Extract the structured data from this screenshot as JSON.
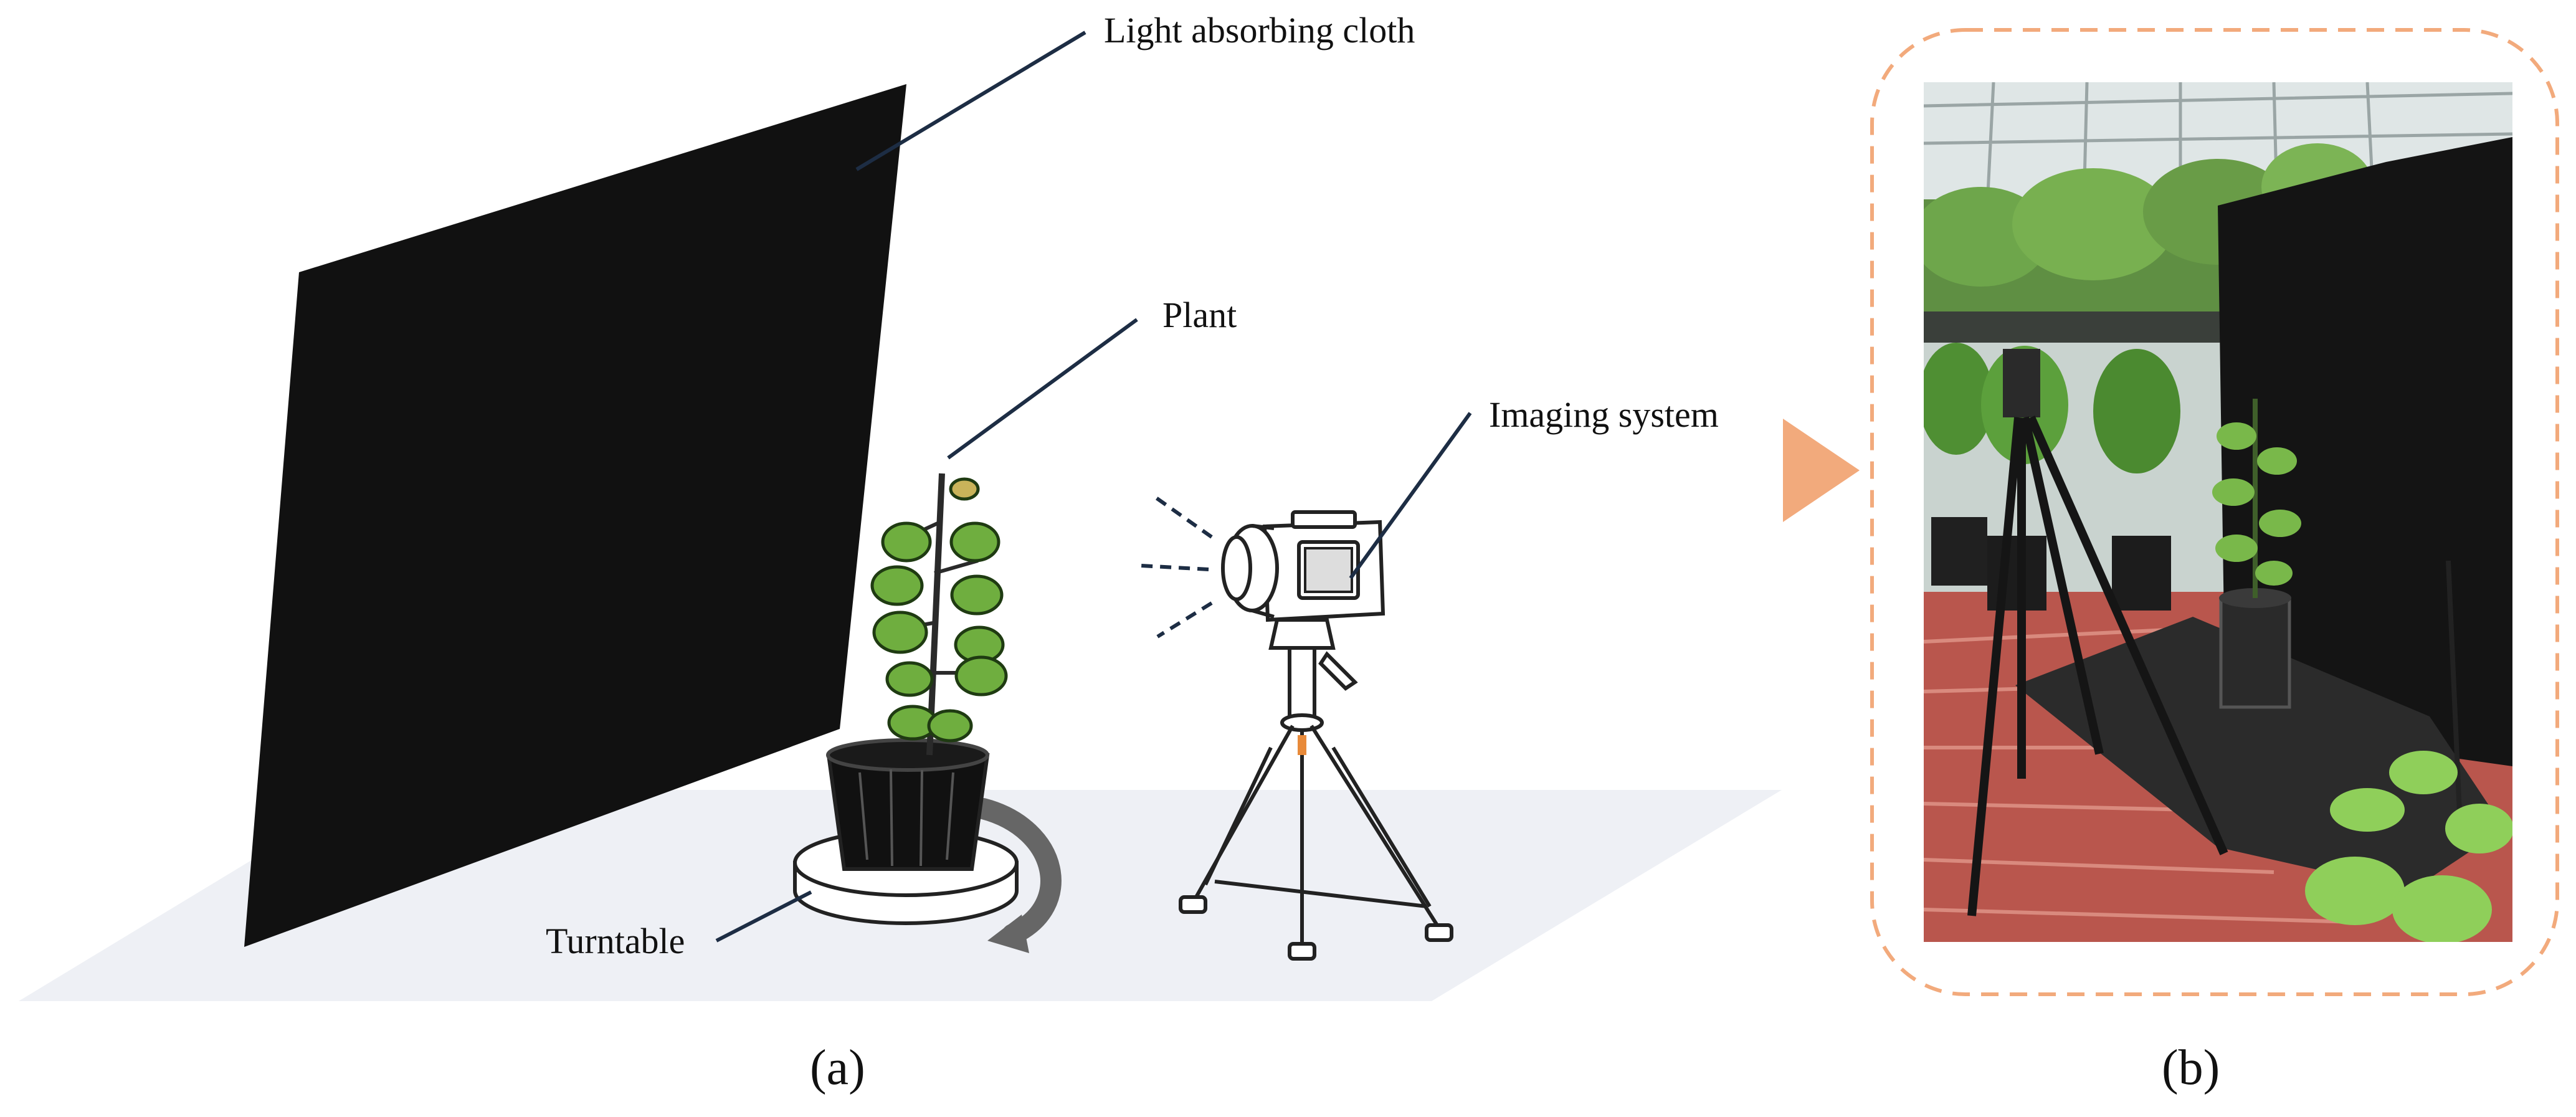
{
  "panel_a": {
    "caption": "(a)",
    "labels": {
      "cloth": "Light absorbing cloth",
      "plant": "Plant",
      "imaging": "Imaging system",
      "turntable": "Turntable"
    }
  },
  "panel_b": {
    "caption": "(b)"
  },
  "colors": {
    "cloth": "#111111",
    "floor": "#eef0f5",
    "arrow": "#f2aa7c",
    "frame_dash": "#f2aa7c",
    "leader": "#1d2d44",
    "leaf": "#6fae3f"
  },
  "icons": [
    "rotation-arrow-icon",
    "camera-icon",
    "tripod-icon",
    "pointer-triangle-icon"
  ]
}
